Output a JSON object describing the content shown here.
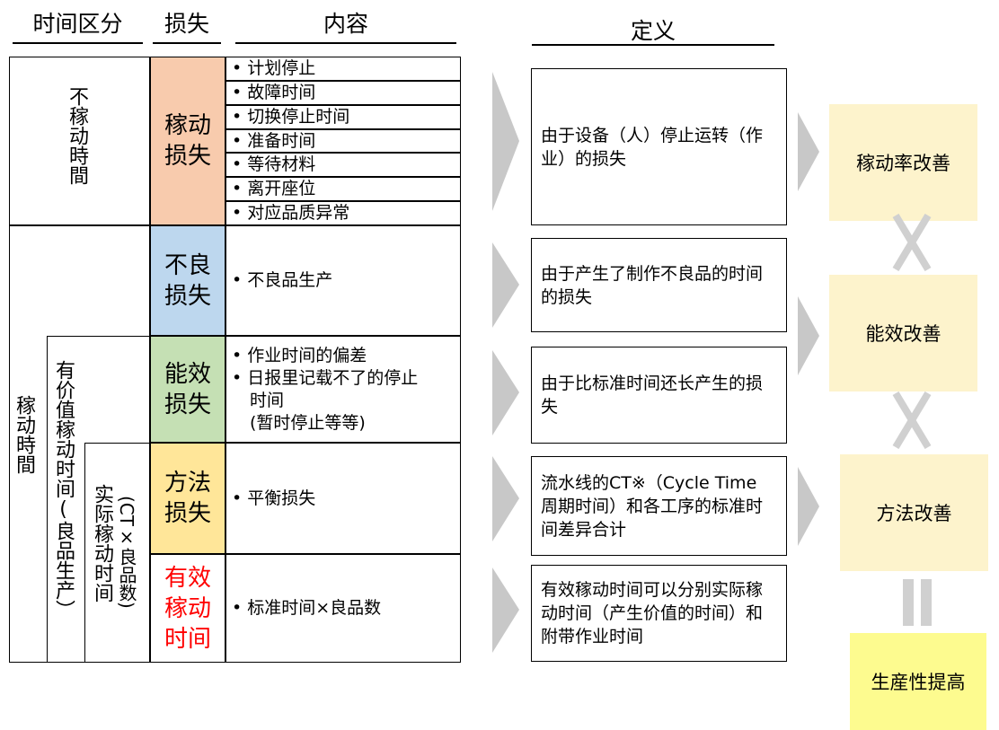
{
  "headers": {
    "time_division": "时间区分",
    "loss": "损失",
    "content": "内容",
    "definition": "定义"
  },
  "time_columns": {
    "non_operating": "不稼动時間",
    "operating": "稼动時間",
    "value_added": "有价值稼动时间(良品生产）",
    "actual_operating": "实际稼动时间",
    "actual_operating_note": "(CT×良品数)"
  },
  "losses": [
    {
      "label_line1": "稼动",
      "label_line2": "损失",
      "color": "#f8cbad"
    },
    {
      "label_line1": "不良",
      "label_line2": "损失",
      "color": "#bdd7ee"
    },
    {
      "label_line1": "能效",
      "label_line2": "损失",
      "color": "#c5e0b4"
    },
    {
      "label_line1": "方法",
      "label_line2": "损失",
      "color": "#ffe699"
    },
    {
      "label_line1": "有效",
      "label_line2": "稼动",
      "label_line3": "时间",
      "color": "#ff0000"
    }
  ],
  "content": {
    "operating_loss_items": [
      "• 计划停止",
      "• 故障时间",
      "• 切换停止时间",
      "• 准备时间",
      "• 等待材料",
      "• 离开座位",
      "• 对应品质异常"
    ],
    "defect": "• 不良品生产",
    "efficiency_1": "• 作业时间的偏差",
    "efficiency_2": "• 日报里记载不了的停止",
    "efficiency_2b": "时间",
    "efficiency_2c": "(暂时停止等等)",
    "method": "• 平衡损失",
    "effective": "• 标准时间×良品数"
  },
  "definitions": [
    "由于设备（人）停止运转（作业）的损失",
    "由于产生了制作不良品的时间的损失",
    "由于比标准时间还长产生的损失",
    "流水线的CT※（Cycle Time 周期时间）和各工序的标准时间差异合计",
    "有效稼动时间可以分别实际稼动时间（产生价值的时间）和附带作业时间"
  ],
  "results": {
    "operating_rate": "稼动率改善",
    "efficiency": "能效改善",
    "method": "方法改善",
    "productivity": "生産性提高",
    "box_color": "#fdf3cc",
    "final_color": "#fdfb8f"
  }
}
